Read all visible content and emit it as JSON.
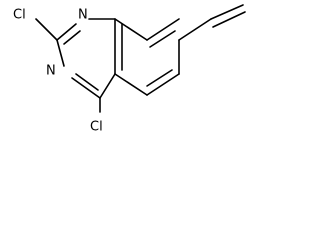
{
  "structure": {
    "labels": {
      "cl_top": "Cl",
      "n_top": "N",
      "n_bottom": "N",
      "cl_bottom": "Cl"
    }
  }
}
